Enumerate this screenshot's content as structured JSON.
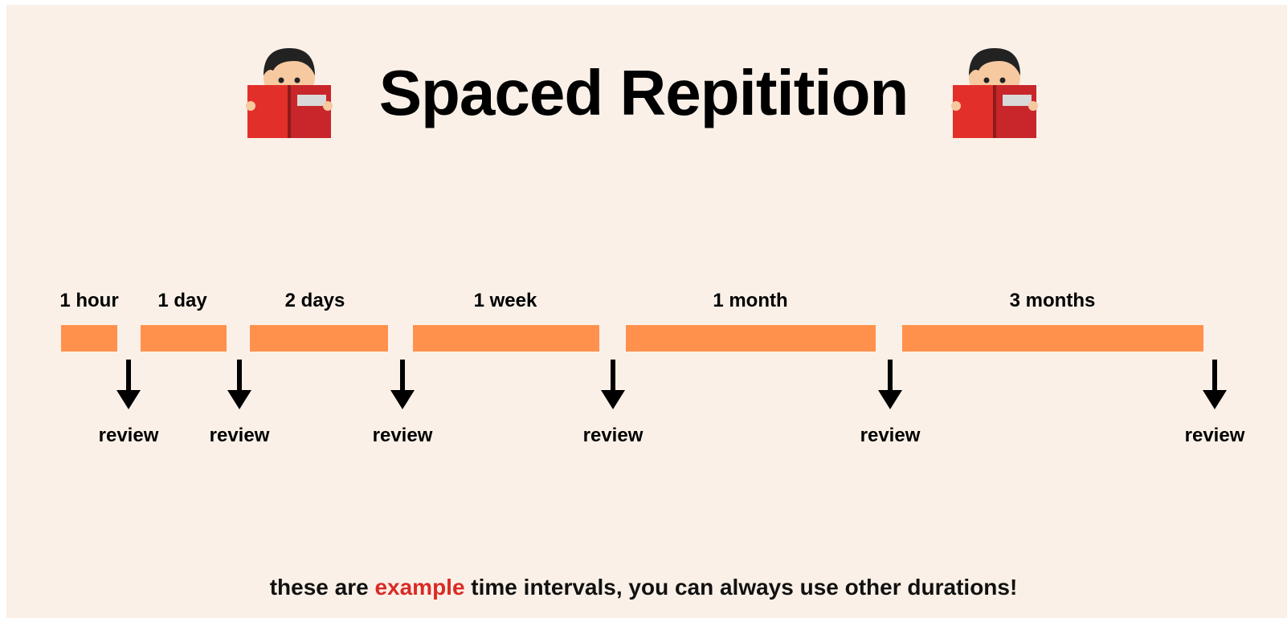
{
  "title": "Spaced Repitition",
  "icons": {
    "left": "person-reading-book-icon",
    "right": "person-reading-book-icon",
    "arrow": "arrow-down-icon"
  },
  "colors": {
    "background": "#faf0e7",
    "bar": "#ff914d",
    "highlight": "#d92b26",
    "book": "#e32f2a"
  },
  "intervals": [
    {
      "label": "1 hour"
    },
    {
      "label": "1 day"
    },
    {
      "label": "2 days"
    },
    {
      "label": "1 week"
    },
    {
      "label": "1 month"
    },
    {
      "label": "3 months"
    }
  ],
  "review_label": "review",
  "footer": {
    "before": "these are ",
    "highlight": "example",
    "after": " time intervals, you can always use other durations!"
  }
}
